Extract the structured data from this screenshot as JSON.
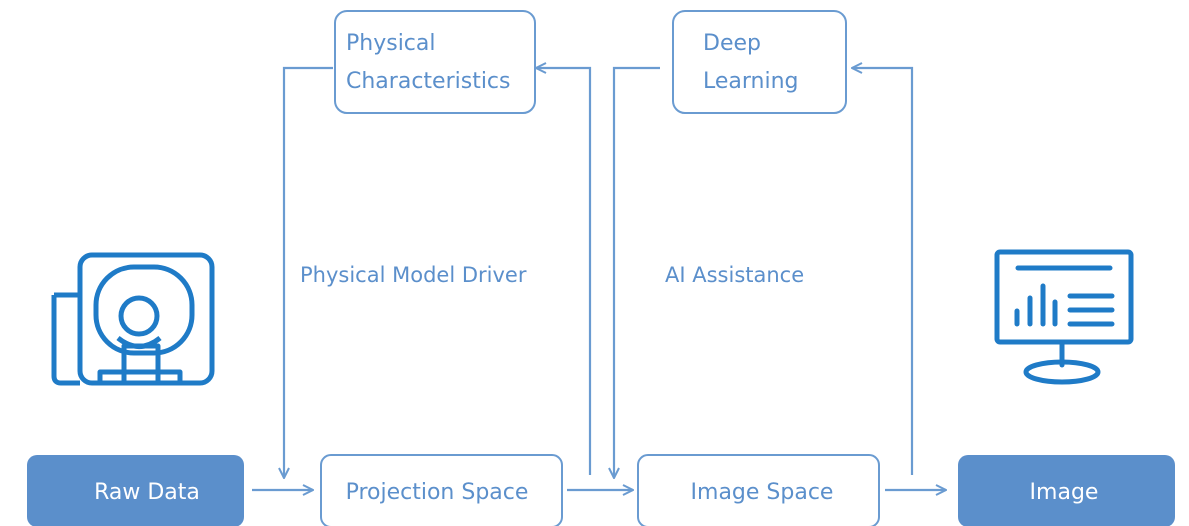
{
  "colors": {
    "accent": "#5b8fcb",
    "line": "#6a9bd1",
    "icon": "#1f7bc7",
    "background": "#ffffff"
  },
  "nodes": {
    "raw_data": "Raw Data",
    "projection_space": "Projection Space",
    "image_space": "Image Space",
    "image": "Image",
    "physical_characteristics": [
      "Physical",
      "Characteristics"
    ],
    "deep_learning": [
      "Deep",
      "Learning"
    ]
  },
  "labels": {
    "physical_model_driver": "Physical Model Driver",
    "ai_assistance": "AI Assistance"
  },
  "icons": {
    "scanner": "ct-scanner-icon",
    "monitor": "monitor-chart-icon"
  }
}
